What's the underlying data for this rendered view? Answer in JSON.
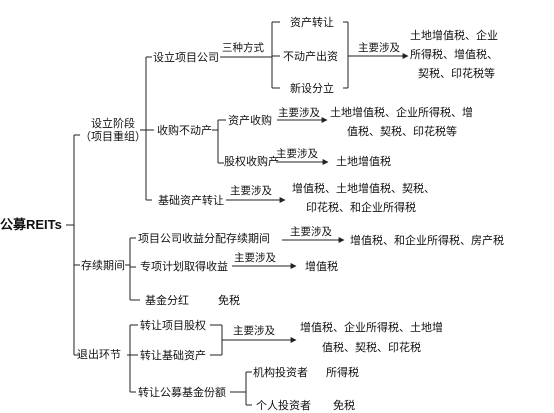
{
  "root": "公募REITs",
  "stages": {
    "setup": {
      "label_1": "设立阶段",
      "label_2": "（项目重组）",
      "establish_company": {
        "label": "设立项目公司",
        "connector": "三种方式",
        "methods": [
          "资产转让",
          "不动产出资",
          "新设分立"
        ],
        "involves": "主要涉及",
        "taxes": [
          "土地增值税、企业",
          "所得税、增值税、",
          "契税、印花税等"
        ]
      },
      "acquire_property": {
        "label": "收购不动产",
        "asset_acquisition": {
          "label": "资产收购",
          "involves": "主要涉及",
          "taxes": [
            "土地增值税、企业所得税、增",
            "值税、契税、印花税等"
          ]
        },
        "equity_acquisition": {
          "label": "股权收购产",
          "involves": "主要涉及",
          "taxes": [
            "土地增值税"
          ]
        }
      },
      "infra_transfer": {
        "label": "基础资产转让",
        "involves": "主要涉及",
        "taxes": [
          "增值税、土地增值税、契税、",
          "印花税、和企业所得税"
        ]
      }
    },
    "operation": {
      "label": "存续期间",
      "company_distribution": {
        "label": "项目公司收益分配存续期间",
        "involves": "主要涉及",
        "taxes": [
          "增值税、和企业所得税、房产税"
        ]
      },
      "plan_income": {
        "label": "专项计划取得收益",
        "involves": "主要涉及",
        "taxes": [
          "增值税"
        ]
      },
      "fund_dividend": {
        "label": "基金分红",
        "result": "免税"
      }
    },
    "exit": {
      "label": "退出环节",
      "transfer_equity": {
        "label": "转让项目股权"
      },
      "transfer_infra": {
        "label": "转让基础资产"
      },
      "involves": "主要涉及",
      "taxes": [
        "增值税、企业所得税、土地增",
        "值税、契税、印花税"
      ],
      "transfer_fund_units": {
        "label": "转让公募基金份额",
        "institutional": {
          "label": "机构投资者",
          "tax": "所得税"
        },
        "individual": {
          "label": "个人投资者",
          "tax": "免税"
        }
      }
    }
  }
}
